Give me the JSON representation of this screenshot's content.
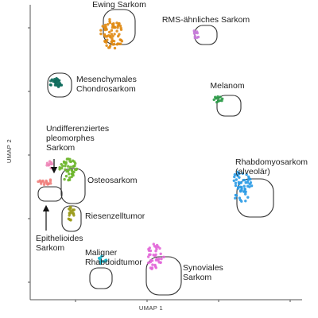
{
  "chart_data": {
    "type": "scatter",
    "xlabel": "UMAP 1",
    "ylabel": "UMAP 2",
    "xlim": [
      0,
      10
    ],
    "ylim": [
      0,
      10
    ],
    "grid": false,
    "ticks_labeled": false,
    "clusters": [
      {
        "key": "ewing",
        "label": [
          "Ewing Sarkom"
        ],
        "color": "#e08a12",
        "cx": 3.0,
        "cy": 9.0,
        "rx": 0.42,
        "ry": 0.52,
        "n": 70,
        "enclosed": true
      },
      {
        "key": "rms_like",
        "label": [
          "RMS-ähnliches Sarkom"
        ],
        "color": "#c77ad9",
        "cx": 6.1,
        "cy": 9.0,
        "rx": 0.12,
        "ry": 0.16,
        "n": 10,
        "enclosed": true
      },
      {
        "key": "mesenchymal_chondro",
        "label": [
          "Mesenchymales",
          "Chondrosarkom"
        ],
        "color": "#0e6b5c",
        "cx": 0.95,
        "cy": 7.35,
        "rx": 0.22,
        "ry": 0.2,
        "n": 28,
        "enclosed": true
      },
      {
        "key": "melanom",
        "label": [
          "Melanom"
        ],
        "color": "#2b9a47",
        "cx": 6.9,
        "cy": 6.8,
        "rx": 0.2,
        "ry": 0.12,
        "n": 12,
        "enclosed": true
      },
      {
        "key": "undiff_pleomorph",
        "label": [
          "Undifferenziertes",
          "pleomorphes",
          "Sarkom"
        ],
        "color": "#ee86b8",
        "cx": 0.7,
        "cy": 4.55,
        "rx": 0.12,
        "ry": 0.14,
        "n": 12,
        "enclosed": false
      },
      {
        "key": "osteosarkom",
        "label": [
          "Osteosarkom"
        ],
        "color": "#6bb52a",
        "cx": 1.4,
        "cy": 4.4,
        "rx": 0.32,
        "ry": 0.42,
        "n": 45,
        "enclosed": true
      },
      {
        "key": "epithelioid",
        "label": [
          "Epithelioides",
          "Sarkom"
        ],
        "color": "#ef7f7c",
        "cx": 0.55,
        "cy": 4.0,
        "rx": 0.28,
        "ry": 0.1,
        "n": 18,
        "enclosed": true
      },
      {
        "key": "rhabdomyo_alv",
        "label": [
          "Rhabdomyosarkom",
          "(alveolär)"
        ],
        "color": "#2b9be6",
        "cx": 7.8,
        "cy": 3.85,
        "rx": 0.4,
        "ry": 0.55,
        "n": 55,
        "enclosed": true
      },
      {
        "key": "riesenzell",
        "label": [
          "Riesenzelltumor"
        ],
        "color": "#9a9a1a",
        "cx": 1.5,
        "cy": 2.95,
        "rx": 0.15,
        "ry": 0.26,
        "n": 20,
        "enclosed": true
      },
      {
        "key": "rhabdoid",
        "label": [
          "Maligner",
          "Rhabdoidtumor"
        ],
        "color": "#1bb8cf",
        "cx": 2.65,
        "cy": 1.35,
        "rx": 0.17,
        "ry": 0.14,
        "n": 14,
        "enclosed": true
      },
      {
        "key": "synovial",
        "label": [
          "Synoviales",
          "Sarkom"
        ],
        "color": "#e266d8",
        "cx": 4.6,
        "cy": 1.45,
        "rx": 0.36,
        "ry": 0.45,
        "n": 40,
        "enclosed": true
      }
    ]
  }
}
